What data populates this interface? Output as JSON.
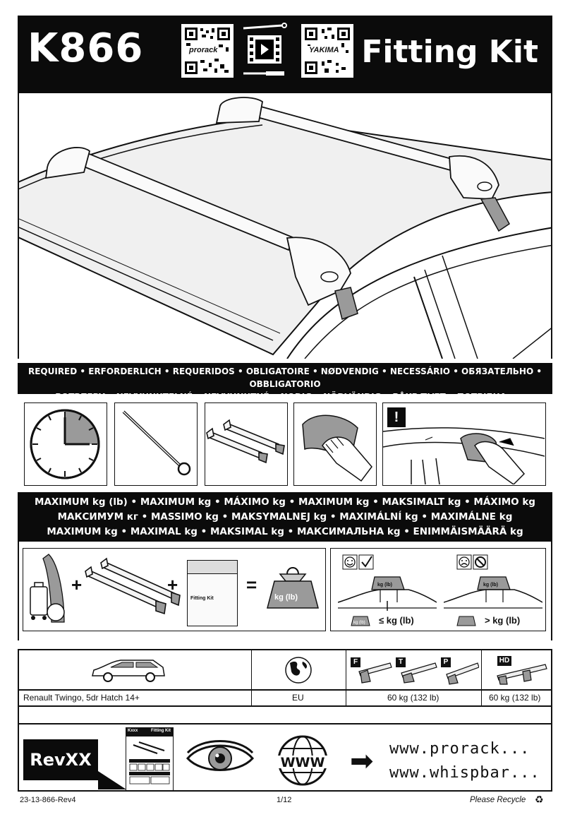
{
  "header": {
    "model": "K866",
    "title": "Fitting Kit",
    "qr_left_label": "prorack",
    "qr_right_label": "YAKIMA"
  },
  "required_band": {
    "line1": "REQUIRED • ERFORDERLICH • REQUERIDOS • OBLIGATOIRE • NØDVENDIG • NECESSÁRIO • ОБЯЗАТЕЛЬНО • OBBLIGATORIO",
    "line2": "POTRZEBY • NEVYHNUTELNÉ • NEVYHNUTNÉ • NODIG • NÖDVÄNDIG • PÅKRÆVET • ПОТРІБНА • EDELLYTETÄÄN"
  },
  "caution_mark": "!",
  "maximum_band": {
    "line1": "MAXIMUM kg (lb) • MAXIMUM kg • MÁXIMO kg • MAXIMUM kg • MAKSIMALT kg • MÁXIMO kg",
    "line2": "МАКСИМУМ кг • MASSIMO kg • MAKSYMALNEJ kg • MAXIMÁLNÍ kg • MAXIMÁLNE kg",
    "line3": "MAXIMUM kg • MAXIMAL kg • MAKSIMAL kg • МАКСИМАЛЬНА kg • ENIMMÄISMÄÄRÄ kg"
  },
  "load": {
    "plus1": "+",
    "plus2": "+",
    "equals": "=",
    "weight_label": "kg (lb)",
    "box_label": "Fitting Kit"
  },
  "rules": {
    "ok_weight": "kg (lb)",
    "ok_label": "≤ kg (lb)",
    "bad_weight": "kg (lb)",
    "bad_label": "> kg (lb)",
    "small_weight": "kg (lb)"
  },
  "fit_table": {
    "vehicle": "Renault Twingo, 5dr Hatch 14+",
    "region": "EU",
    "bar_types": [
      "F",
      "T",
      "P"
    ],
    "load_fTP": "60 kg (132 lb)",
    "hd_label": "HD",
    "load_hd": "60 kg (132 lb)"
  },
  "footer": {
    "revxx": "RevXX",
    "www": "WWW",
    "arrow": "➡",
    "url1": "www.prorack...",
    "url2": "www.whispbar...",
    "doc_id": "23-13-866-Rev4",
    "page": "1/12",
    "recycle": "Please Recycle",
    "recycle_icon": "♻",
    "thumb_title": "Fitting Kit",
    "thumb_model": "Kxxx"
  },
  "colors": {
    "ink": "#0b0b0b",
    "paper": "#ffffff",
    "grey": "#9a9a9a"
  }
}
